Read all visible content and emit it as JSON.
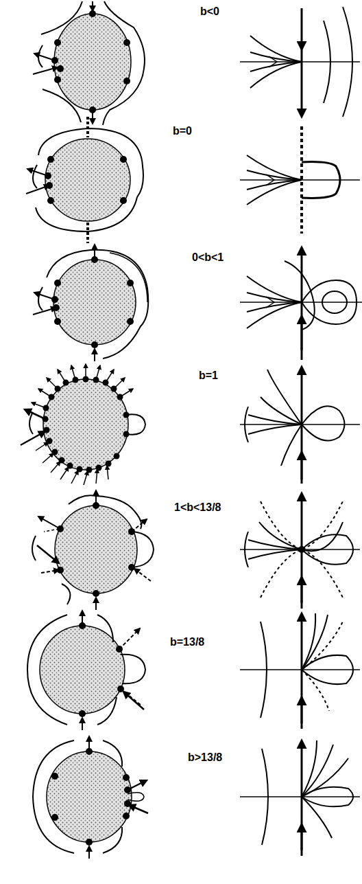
{
  "diagram": {
    "labels": [
      "b<0",
      "b=0",
      "0<b<1",
      "b=1",
      "1<b<13/8",
      "b=13/8",
      "b>13/8"
    ]
  }
}
